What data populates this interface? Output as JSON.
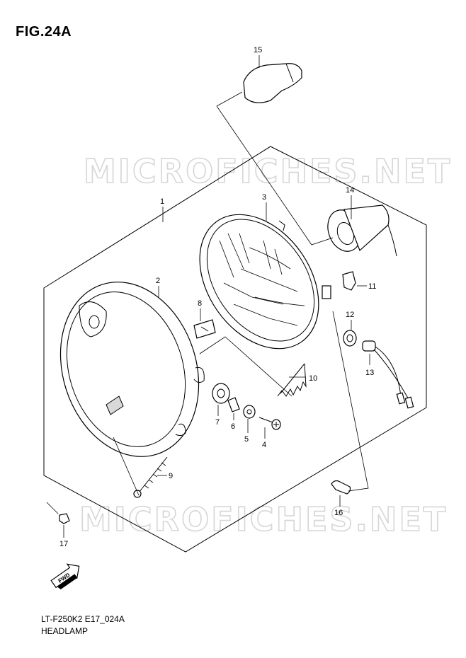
{
  "figure": {
    "title": "FIG.24A",
    "model_code": "LT-F250K2 E17_024A",
    "name": "HEADLAMP"
  },
  "watermark": {
    "text": "MICROFICHES.NET"
  },
  "direction_badge": {
    "text": "FWD"
  },
  "callouts": {
    "c1": "1",
    "c2": "2",
    "c3": "3",
    "c4": "4",
    "c5": "5",
    "c6": "6",
    "c7": "7",
    "c8": "8",
    "c9": "9",
    "c10": "10",
    "c11": "11",
    "c12": "12",
    "c13": "13",
    "c14": "14",
    "c15": "15",
    "c16": "16",
    "c17": "17"
  }
}
